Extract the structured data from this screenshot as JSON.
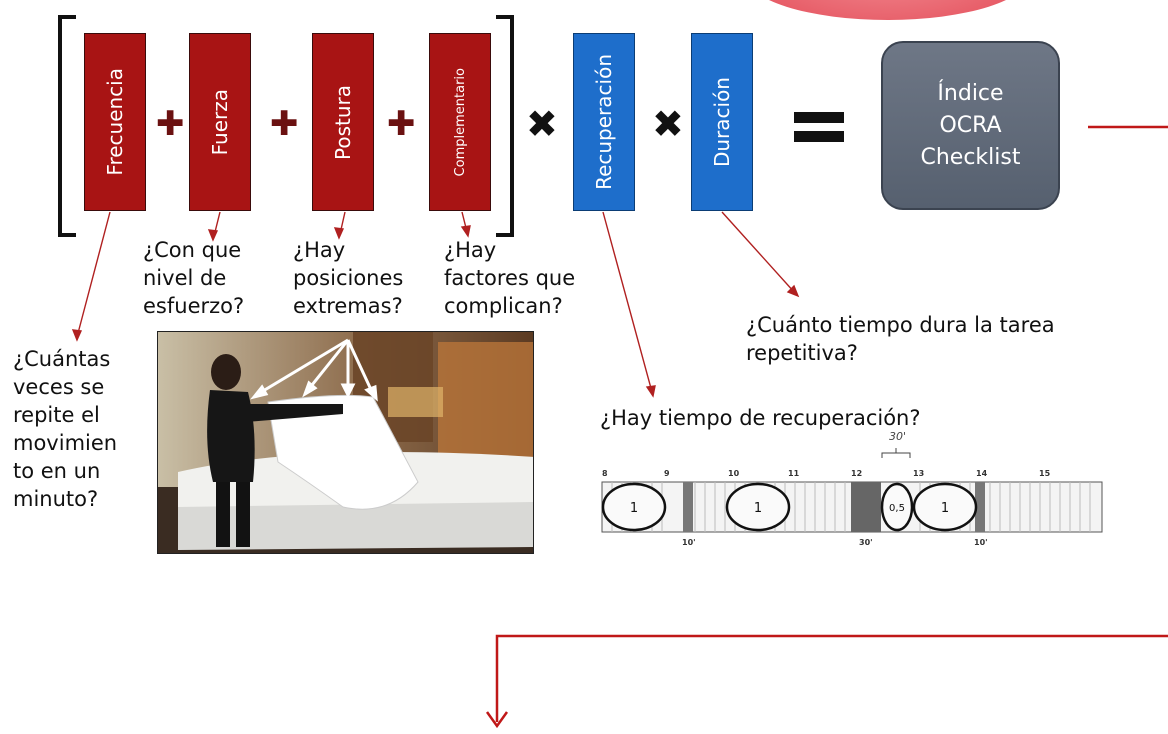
{
  "factors": {
    "frecuencia": "Frecuencia",
    "fuerza": "Fuerza",
    "postura": "Postura",
    "complementario": "Complementario",
    "recuperacion": "Recuperación",
    "duracion": "Duración"
  },
  "result": {
    "line1": "Índice",
    "line2": "OCRA",
    "line3": "Checklist"
  },
  "questions": {
    "frecuencia": [
      "¿Cuántas",
      "veces se",
      "repite el",
      "movimien",
      "to en un",
      "minuto?"
    ],
    "fuerza": [
      "¿Con que",
      "nivel de",
      "esfuerzo?"
    ],
    "postura": [
      "¿Hay",
      "posiciones",
      "extremas?"
    ],
    "complementario": [
      "¿Hay",
      "factores que",
      "complican?"
    ],
    "duracion": [
      "¿Cuánto tiempo dura la tarea",
      "repetitiva?"
    ],
    "recuperacion": "¿Hay tiempo de recuperación?"
  },
  "timeline": {
    "hours": [
      "8",
      "9",
      "10",
      "11",
      "12",
      "13",
      "14",
      "15"
    ],
    "cycles": [
      "1",
      "1",
      "0,5",
      "1"
    ],
    "pause_top": "30'",
    "pauses_bottom": [
      "10'",
      "30'",
      "10'"
    ]
  },
  "colors": {
    "factor_red": "#a81414",
    "factor_blue": "#1e6ecb",
    "connector": "#c01818",
    "result_box": "#5f6878"
  }
}
